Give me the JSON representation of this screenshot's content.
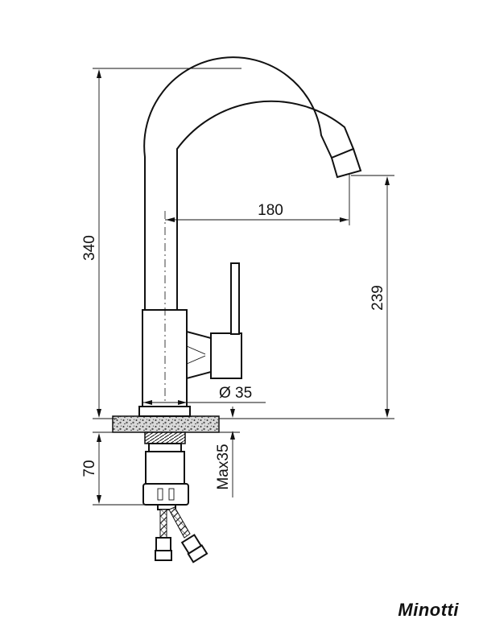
{
  "dimensions": {
    "total_height": "340",
    "spout_reach": "180",
    "spout_height": "239",
    "base_diameter": "Ø 35",
    "under_counter": "70",
    "max_thickness": "Max35"
  },
  "brand": {
    "name": "Minotti"
  }
}
